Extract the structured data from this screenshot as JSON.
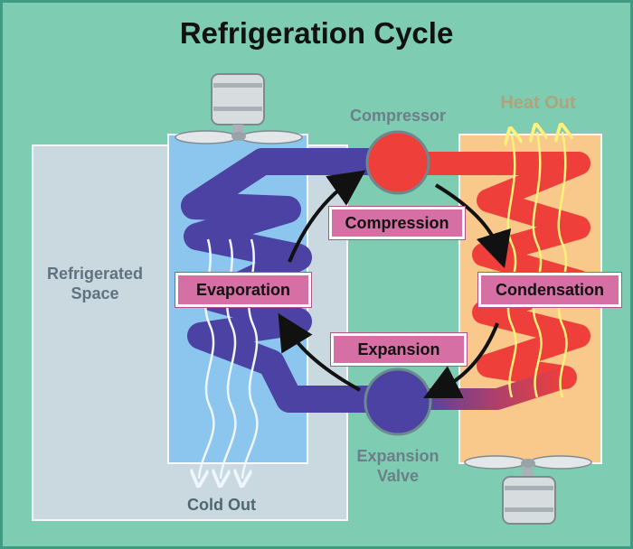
{
  "title": "Refrigeration Cycle",
  "labels": {
    "compressor": "Compressor",
    "heat_out": "Heat Out",
    "refrigerated_space": [
      "Refrigerated",
      "Space"
    ],
    "expansion_valve": [
      "Expansion",
      "Valve"
    ],
    "cold_out": "Cold Out"
  },
  "steps": {
    "compression": "Compression",
    "evaporation": "Evaporation",
    "condensation": "Condensation",
    "expansion": "Expansion"
  },
  "colors": {
    "background": "#7ecdb3",
    "refrigerated_space": "#c9d9df",
    "evaporator_panel": "#8cc5ee",
    "condenser_panel": "#f8c98b",
    "hot_refrigerant": "#ee3f3a",
    "cold_refrigerant": "#4b42a3",
    "step_box": "#d66fa4",
    "heat_arrows": "#fff27a",
    "cold_arrows": "#ffffff"
  },
  "icons": [
    "fan-icon",
    "motor-icon",
    "compressor-icon",
    "expansion-valve-icon",
    "cycle-arrow-icon"
  ]
}
